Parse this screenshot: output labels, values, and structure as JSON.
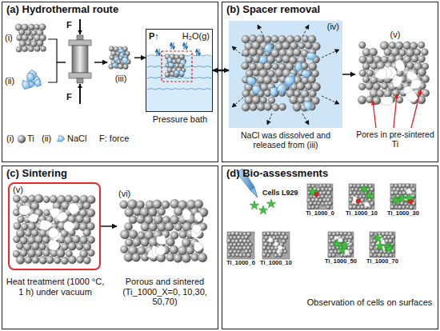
{
  "diagram": {
    "nodes": [
      {
        "text": [
          "(a) Hydrothermal route"
        ]
      },
      {
        "text": [
          "(i)"
        ],
        "in": 0
      },
      {
        "text": [
          "(ii)"
        ],
        "in": 0
      },
      {
        "text": [
          "F",
          "F"
        ],
        "in": 0
      },
      {
        "text": [
          "(iii)"
        ],
        "in": 0
      },
      {
        "text": [
          "P↑",
          "H₂O(g)",
          "Pressure bath"
        ],
        "in": 0
      },
      {
        "text": [
          "(b) Spacer removal"
        ]
      },
      {
        "text": [
          "(iv)"
        ],
        "in": 6
      },
      {
        "text": [
          "(v)"
        ],
        "in": 6
      },
      {
        "text": [
          "(c) Sintering"
        ]
      },
      {
        "text": [
          "(v)"
        ],
        "in": 9
      },
      {
        "text": [
          "(vi)"
        ],
        "in": 9
      },
      {
        "text": [
          "(d) Bio-assessments"
        ]
      },
      {
        "text": [
          "Ti_1000_0"
        ],
        "in": 12
      },
      {
        "text": [
          "Ti_1000_10"
        ],
        "in": 12
      },
      {
        "text": [
          "Ti_1000_0"
        ],
        "in": 12
      },
      {
        "text": [
          "Ti_1000_10"
        ],
        "in": 12
      },
      {
        "text": [
          "Ti_1000_30"
        ],
        "in": 12
      },
      {
        "text": [
          "Ti_1000_50"
        ],
        "in": 12
      },
      {
        "text": [
          "Ti_1000_70"
        ],
        "in": 12
      }
    ],
    "edges": [
      {
        "from": 1,
        "to": 3,
        "arrow": "none"
      },
      {
        "from": 2,
        "to": 3,
        "arrow": "none"
      },
      {
        "from": 3,
        "to": 4,
        "arrow": "to"
      },
      {
        "from": 4,
        "to": 5,
        "arrow": "to"
      },
      {
        "from": 5,
        "to": 7,
        "arrow": "both"
      },
      {
        "from": 7,
        "to": 8,
        "arrow": "to"
      },
      {
        "from": 10,
        "to": 11,
        "arrow": "to"
      }
    ],
    "labels": [
      "(i)",
      "(ii)",
      "F: force",
      "NaCl was dissolved and released from (iii)",
      "Pores in pre-sintered Ti",
      "Heat treatment (1000 °C, 1 h) under vacuum",
      "Porous and sintered (Ti_1000_X=0, 10,30, 50,70)",
      "Cells L929",
      "Observation of cells on surfaces"
    ],
    "legend": [
      {
        "text": "Ti"
      },
      {
        "text": "NaCl"
      }
    ]
  }
}
